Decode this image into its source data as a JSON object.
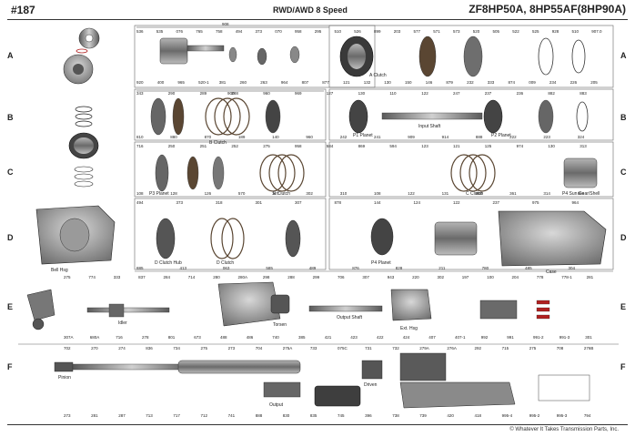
{
  "header": {
    "page_number": "#187",
    "subtitle": "RWD/AWD 8 Speed",
    "title": "ZF8HP50A, 8HP55AF(8HP90A)"
  },
  "rows": [
    "A",
    "B",
    "C",
    "D",
    "E",
    "F"
  ],
  "part_labels": {
    "row_a": [
      "536",
      "535",
      "076",
      "765",
      "758",
      "494",
      "373",
      "070",
      "958",
      "295",
      "510",
      "526",
      "899",
      "203",
      "577",
      "571",
      "573",
      "520",
      "505",
      "522",
      "525",
      "928",
      "510",
      "907.0",
      "920",
      "400",
      "965",
      "520-1",
      "381",
      "260",
      "263",
      "964",
      "807",
      "877",
      "121",
      "132",
      "130",
      "150",
      "146",
      "879",
      "232",
      "333",
      "874",
      "009",
      "234",
      "226",
      "205"
    ],
    "row_b": [
      "343",
      "290",
      "289",
      "288",
      "960",
      "969",
      "127",
      "130",
      "110",
      "122",
      "247",
      "237",
      "236",
      "882",
      "883",
      "810",
      "880",
      "870",
      "189",
      "140",
      "960",
      "242",
      "241",
      "909",
      "914",
      "888",
      "222",
      "223",
      "324"
    ],
    "row_c": [
      "716",
      "250",
      "251",
      "252",
      "275",
      "958",
      "584",
      "869",
      "594",
      "123",
      "121",
      "125",
      "974",
      "130",
      "313",
      "108",
      "128",
      "126",
      "570",
      "307",
      "302",
      "310",
      "108",
      "122",
      "131",
      "900",
      "361",
      "314",
      "866"
    ],
    "row_d": [
      "494",
      "373",
      "318",
      "301",
      "307",
      "878",
      "144",
      "124",
      "122",
      "237",
      "975",
      "964",
      "885",
      "413",
      "063",
      "585",
      "489",
      "876",
      "828",
      "211",
      "780",
      "485",
      "304"
    ],
    "row_e": [
      "275",
      "774",
      "333",
      "837",
      "284",
      "714",
      "280",
      "280A",
      "298",
      "288",
      "299",
      "706",
      "307",
      "943",
      "220",
      "302",
      "197",
      "100",
      "204",
      "778",
      "778-1",
      "281",
      "307A",
      "680A",
      "716",
      "278",
      "801",
      "673",
      "488",
      "486",
      "740",
      "385",
      "421",
      "423",
      "422",
      "424",
      "407",
      "407-1",
      "992",
      "991",
      "991-2",
      "991-3",
      "301"
    ],
    "row_f": [
      "702",
      "270",
      "274",
      "836",
      "734",
      "275",
      "273",
      "704",
      "275A",
      "733",
      "075C",
      "731",
      "732",
      "279A",
      "276A",
      "292",
      "715",
      "275",
      "708",
      "276B",
      "273",
      "281",
      "287",
      "713",
      "717",
      "712",
      "741",
      "888",
      "830",
      "835",
      "745",
      "396",
      "738",
      "739",
      "420",
      "418",
      "995-4",
      "995-2",
      "995-3",
      "794"
    ]
  },
  "group_names": {
    "a_clutch": "A Clutch",
    "b_clutch": "B Clutch",
    "p1_planet": "P1 Planet",
    "input_shaft": "Input Shaft",
    "p2_planet": "P2 Planet",
    "p3_planet": "P3 Planet",
    "e_clutch": "E Clutch",
    "c_clutch": "C Clutch",
    "p4_sun_gear": "P4 Sun Gear/Shell",
    "bell_hsg": "Bell Hsg",
    "d_clutch_hub": "D Clutch Hub",
    "d_clutch": "D Clutch",
    "p4_planet": "P4 Planet",
    "case": "Case",
    "idler": "Idler",
    "torsen": "Torsen",
    "output_shaft": "Output Shaft",
    "ext_hsg": "Ext. Hsg",
    "pinion": "Pinion",
    "output": "Output",
    "driven": "Driven"
  },
  "dims": [
    "908",
    "900"
  ],
  "footer": {
    "copyright": "© Whatever It Takes Transmission Parts, Inc."
  },
  "colors": {
    "metal_dark": "#3a3a3a",
    "metal_mid": "#8a8a8a",
    "metal_light": "#c9c9c9",
    "friction": "#5a4632",
    "seal_red": "#b02020",
    "line": "#444444"
  }
}
